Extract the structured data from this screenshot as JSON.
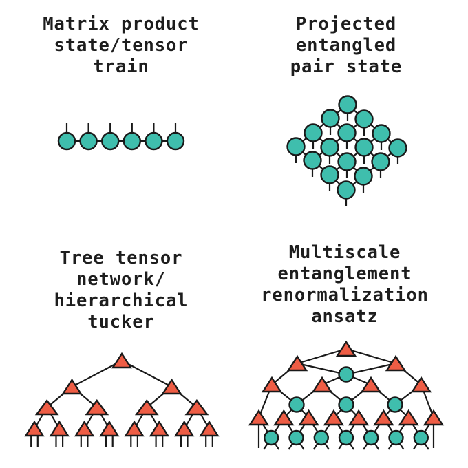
{
  "page": {
    "background": "#ffffff",
    "text_color": "#1d1d1d"
  },
  "palette": {
    "circle_fill": "#3FBEAD",
    "triangle_fill": "#EE5D45",
    "outline": "#191919"
  },
  "panels": [
    {
      "id": "mps",
      "title": "Matrix product\nstate/tensor\ntrain",
      "diagram": {
        "r": 12,
        "hw": 13,
        "h": 20,
        "nodes": [
          [
            "c",
            97,
            205
          ],
          [
            "c",
            128.6,
            205
          ],
          [
            "c",
            160.2,
            205
          ],
          [
            "c",
            191.8,
            205
          ],
          [
            "c",
            223.4,
            205
          ],
          [
            "c",
            255,
            205
          ]
        ],
        "edges": [
          [
            0,
            1
          ],
          [
            1,
            2
          ],
          [
            2,
            3
          ],
          [
            3,
            4
          ],
          [
            4,
            5
          ]
        ],
        "legs": [
          [
            97,
            205,
            97,
            179
          ],
          [
            128.6,
            205,
            128.6,
            179
          ],
          [
            160.2,
            205,
            160.2,
            179
          ],
          [
            191.8,
            205,
            191.8,
            179
          ],
          [
            223.4,
            205,
            223.4,
            179
          ],
          [
            255,
            205,
            255,
            179
          ]
        ]
      }
    },
    {
      "id": "peps",
      "title": "Projected\nentangled\npair state",
      "diagram": {
        "r": 12.5,
        "hw": 13,
        "h": 20,
        "nodes": [
          [
            "c",
            505,
            152
          ],
          [
            "c",
            529,
            173
          ],
          [
            "c",
            480,
            172
          ],
          [
            "c",
            554,
            194
          ],
          [
            "c",
            504,
            193
          ],
          [
            "c",
            455,
            193
          ],
          [
            "c",
            578,
            215
          ],
          [
            "c",
            529,
            214
          ],
          [
            "c",
            479,
            214
          ],
          [
            "c",
            430,
            213
          ],
          [
            "c",
            553,
            235
          ],
          [
            "c",
            504,
            235
          ],
          [
            "c",
            454,
            233
          ],
          [
            "c",
            528,
            256
          ],
          [
            "c",
            479,
            254
          ],
          [
            "c",
            503,
            276
          ]
        ],
        "edges": [
          [
            0,
            1
          ],
          [
            1,
            3
          ],
          [
            3,
            6
          ],
          [
            2,
            4
          ],
          [
            4,
            7
          ],
          [
            7,
            10
          ],
          [
            5,
            8
          ],
          [
            8,
            11
          ],
          [
            11,
            13
          ],
          [
            9,
            12
          ],
          [
            12,
            14
          ],
          [
            14,
            15
          ],
          [
            0,
            2
          ],
          [
            2,
            5
          ],
          [
            5,
            9
          ],
          [
            1,
            4
          ],
          [
            4,
            8
          ],
          [
            8,
            12
          ],
          [
            3,
            7
          ],
          [
            7,
            11
          ],
          [
            11,
            14
          ],
          [
            6,
            10
          ],
          [
            10,
            13
          ],
          [
            13,
            15
          ]
        ],
        "legs": [
          [
            505,
            152,
            505,
            176
          ],
          [
            529,
            173,
            529,
            197
          ],
          [
            480,
            172,
            480,
            196
          ],
          [
            554,
            194,
            554,
            218
          ],
          [
            504,
            193,
            504,
            217
          ],
          [
            455,
            193,
            455,
            217
          ],
          [
            578,
            215,
            578,
            239
          ],
          [
            529,
            214,
            529,
            238
          ],
          [
            479,
            214,
            479,
            238
          ],
          [
            430,
            213,
            430,
            237
          ],
          [
            553,
            235,
            553,
            259
          ],
          [
            504,
            235,
            504,
            259
          ],
          [
            454,
            233,
            454,
            257
          ],
          [
            528,
            256,
            528,
            280
          ],
          [
            479,
            254,
            479,
            278
          ],
          [
            503,
            276,
            503,
            300
          ]
        ]
      }
    },
    {
      "id": "ttn",
      "title": "Tree tensor\nnetwork/\nhierarchical\ntucker",
      "diagram": {
        "r": 12,
        "hw": 13,
        "h": 20,
        "nodes": [
          [
            "t",
            177,
            524
          ],
          [
            "t",
            104.5,
            562
          ],
          [
            "t",
            249.5,
            562
          ],
          [
            "t",
            68.2,
            592,
            15
          ],
          [
            "t",
            140.8,
            592,
            15
          ],
          [
            "t",
            213.3,
            592,
            15
          ],
          [
            "t",
            285.9,
            592,
            15
          ],
          [
            "t",
            50,
            623,
            12.5
          ],
          [
            "t",
            86.3,
            623,
            12.5
          ],
          [
            "t",
            122.6,
            623,
            12.5
          ],
          [
            "t",
            158.9,
            623,
            12.5
          ],
          [
            "t",
            195.1,
            623,
            12.5
          ],
          [
            "t",
            231.4,
            623,
            12.5
          ],
          [
            "t",
            267.7,
            623,
            12.5
          ],
          [
            "t",
            304,
            623,
            12.5
          ]
        ],
        "edges": [
          [
            0,
            1
          ],
          [
            0,
            2
          ],
          [
            1,
            3
          ],
          [
            1,
            4
          ],
          [
            2,
            5
          ],
          [
            2,
            6
          ],
          [
            3,
            7
          ],
          [
            3,
            8
          ],
          [
            4,
            9
          ],
          [
            4,
            10
          ],
          [
            5,
            11
          ],
          [
            5,
            12
          ],
          [
            6,
            13
          ],
          [
            6,
            14
          ]
        ],
        "legs": [
          [
            45.2,
            628,
            45.2,
            649
          ],
          [
            54.8,
            628,
            54.8,
            649
          ],
          [
            81.5,
            628,
            81.5,
            649
          ],
          [
            91.1,
            628,
            91.1,
            649
          ],
          [
            117.8,
            628,
            117.8,
            649
          ],
          [
            127.4,
            628,
            127.4,
            649
          ],
          [
            154.1,
            628,
            154.1,
            649
          ],
          [
            163.7,
            628,
            163.7,
            649
          ],
          [
            190.3,
            628,
            190.3,
            649
          ],
          [
            199.9,
            628,
            199.9,
            649
          ],
          [
            226.6,
            628,
            226.6,
            649
          ],
          [
            236.2,
            628,
            236.2,
            649
          ],
          [
            262.9,
            628,
            262.9,
            649
          ],
          [
            272.5,
            628,
            272.5,
            649
          ],
          [
            299.2,
            628,
            299.2,
            649
          ],
          [
            308.8,
            628,
            308.8,
            649
          ]
        ]
      }
    },
    {
      "id": "mera",
      "title": "Multiscale\nentanglement\nrenormalization\nansatz",
      "diagram": {
        "r": 10.5,
        "hw": 13,
        "h": 20,
        "nodes": [
          [
            "t",
            503,
            507
          ],
          [
            "t",
            432,
            528
          ],
          [
            "t",
            575,
            528
          ],
          [
            "c",
            503,
            544
          ],
          [
            "t",
            395,
            559
          ],
          [
            "t",
            468,
            559
          ],
          [
            "t",
            539,
            559
          ],
          [
            "t",
            612,
            559
          ],
          [
            "c",
            431,
            588
          ],
          [
            "c",
            503,
            588
          ],
          [
            "c",
            574,
            588
          ],
          [
            "t",
            376,
            607
          ],
          [
            "t",
            412.3,
            607
          ],
          [
            "t",
            448.6,
            607
          ],
          [
            "t",
            484.9,
            607
          ],
          [
            "t",
            521.1,
            607
          ],
          [
            "t",
            557.4,
            607
          ],
          [
            "t",
            593.7,
            607
          ],
          [
            "t",
            630,
            607
          ],
          [
            "c",
            394.2,
            636,
            10
          ],
          [
            "c",
            430.5,
            636,
            10
          ],
          [
            "c",
            466.8,
            636,
            10
          ],
          [
            "c",
            503,
            636,
            10
          ],
          [
            "c",
            539.2,
            636,
            10
          ],
          [
            "c",
            575.5,
            636,
            10
          ],
          [
            "c",
            611.8,
            636,
            10
          ]
        ],
        "edges": [
          [
            0,
            1
          ],
          [
            0,
            2
          ],
          [
            1,
            3
          ],
          [
            2,
            3
          ],
          [
            1,
            4
          ],
          [
            2,
            7
          ],
          [
            3,
            5
          ],
          [
            3,
            6
          ],
          [
            4,
            8
          ],
          [
            5,
            8
          ],
          [
            5,
            9
          ],
          [
            6,
            9
          ],
          [
            6,
            10
          ],
          [
            7,
            10
          ],
          [
            4,
            11
          ],
          [
            7,
            18
          ],
          [
            8,
            12
          ],
          [
            8,
            13
          ],
          [
            9,
            14
          ],
          [
            9,
            15
          ],
          [
            10,
            16
          ],
          [
            10,
            17
          ],
          [
            11,
            19
          ],
          [
            12,
            19
          ],
          [
            12,
            20
          ],
          [
            13,
            20
          ],
          [
            13,
            21
          ],
          [
            14,
            21
          ],
          [
            14,
            22
          ],
          [
            15,
            22
          ],
          [
            15,
            23
          ],
          [
            16,
            23
          ],
          [
            16,
            24
          ],
          [
            17,
            24
          ],
          [
            17,
            25
          ],
          [
            18,
            25
          ]
        ],
        "legs": [
          [
            376,
            612,
            376,
            651
          ],
          [
            630,
            612,
            630,
            651
          ],
          [
            394.2,
            636,
            383.2,
            653
          ],
          [
            394.2,
            636,
            405.2,
            653
          ],
          [
            430.5,
            636,
            419.5,
            653
          ],
          [
            430.5,
            636,
            441.5,
            653
          ],
          [
            466.8,
            636,
            455.8,
            653
          ],
          [
            466.8,
            636,
            477.8,
            653
          ],
          [
            503,
            636,
            492,
            653
          ],
          [
            503,
            636,
            514,
            653
          ],
          [
            539.2,
            636,
            528.2,
            653
          ],
          [
            539.2,
            636,
            550.2,
            653
          ],
          [
            575.5,
            636,
            564.5,
            653
          ],
          [
            575.5,
            636,
            586.5,
            653
          ],
          [
            611.8,
            636,
            600.8,
            653
          ],
          [
            611.8,
            636,
            622.8,
            653
          ]
        ]
      }
    }
  ]
}
